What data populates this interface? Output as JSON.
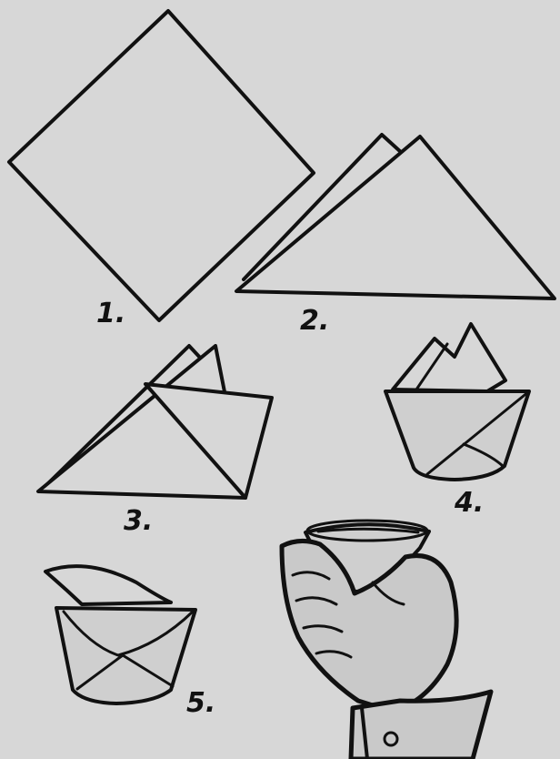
{
  "steps": [
    {
      "label": "1."
    },
    {
      "label": "2."
    },
    {
      "label": "3."
    },
    {
      "label": "4."
    },
    {
      "label": "5."
    }
  ]
}
